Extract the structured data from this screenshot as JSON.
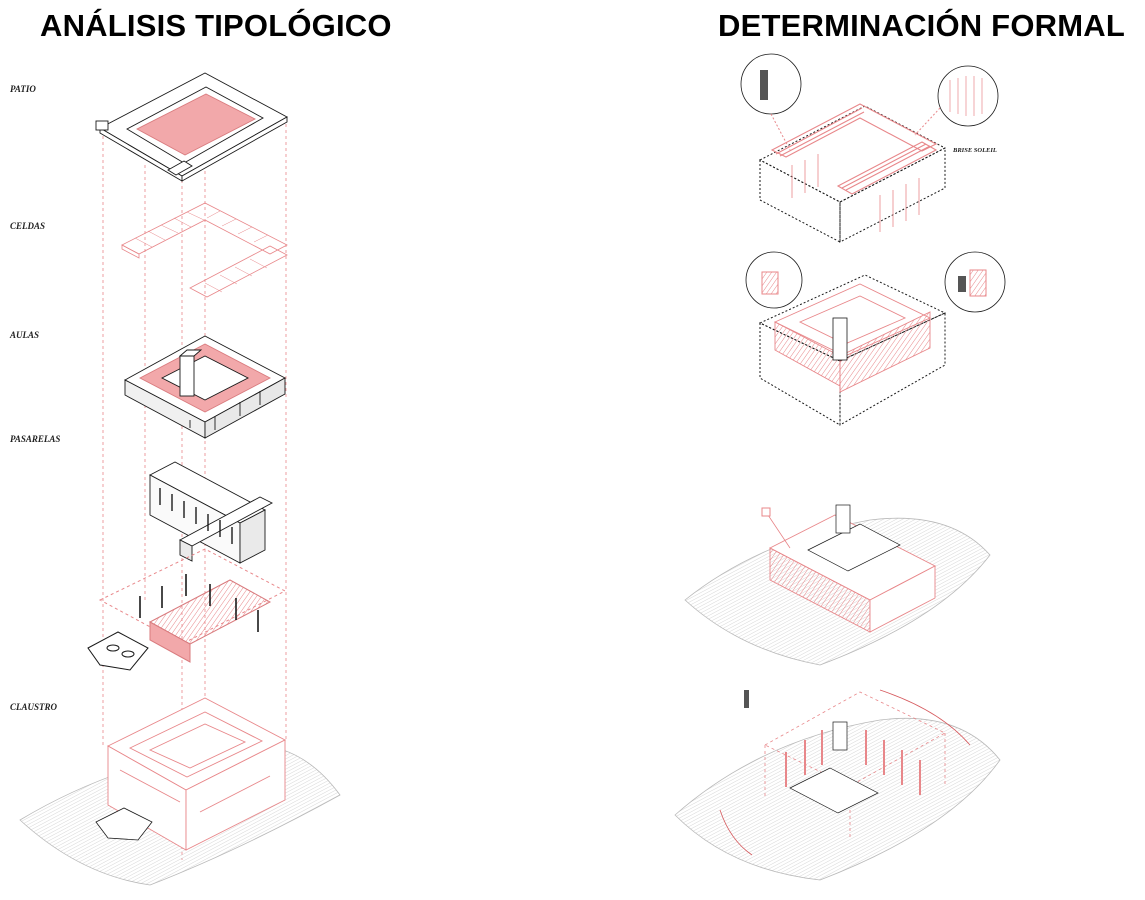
{
  "headings": {
    "left": "ANÁLISIS TIPOLÓGICO",
    "right": "DETERMINACIÓN FORMAL"
  },
  "layers": [
    "PATIO",
    "CELDAS",
    "AULAS",
    "PASARELAS",
    "CLAUSTRO"
  ],
  "annotations": {
    "brise_soleil": "BRISE SOLEIL"
  },
  "colors": {
    "accent": "#e8878a",
    "accent_fill": "#f2b6b7",
    "line": "#1a1a1a",
    "terrain": "#b9b9b9"
  }
}
